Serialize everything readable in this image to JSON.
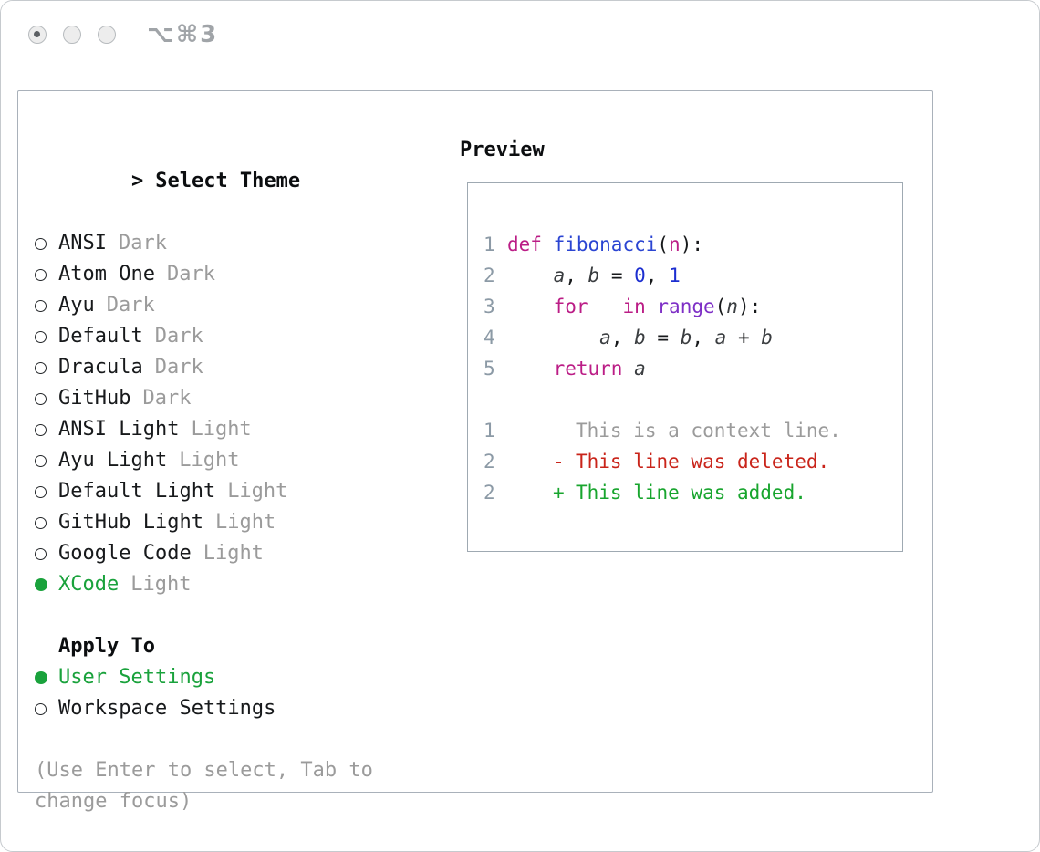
{
  "window": {
    "shortcut": "⌥⌘3"
  },
  "theme_selector": {
    "prompt": ">",
    "title": "Select Theme",
    "items": [
      {
        "name": "ANSI",
        "variant": "Dark",
        "selected": false
      },
      {
        "name": "Atom One",
        "variant": "Dark",
        "selected": false
      },
      {
        "name": "Ayu",
        "variant": "Dark",
        "selected": false
      },
      {
        "name": "Default",
        "variant": "Dark",
        "selected": false
      },
      {
        "name": "Dracula",
        "variant": "Dark",
        "selected": false
      },
      {
        "name": "GitHub",
        "variant": "Dark",
        "selected": false
      },
      {
        "name": "ANSI Light",
        "variant": "Light",
        "selected": false
      },
      {
        "name": "Ayu Light",
        "variant": "Light",
        "selected": false
      },
      {
        "name": "Default Light",
        "variant": "Light",
        "selected": false
      },
      {
        "name": "GitHub Light",
        "variant": "Light",
        "selected": false
      },
      {
        "name": "Google Code",
        "variant": "Light",
        "selected": false
      },
      {
        "name": "XCode",
        "variant": "Light",
        "selected": true
      }
    ],
    "apply_to": {
      "title": "Apply To",
      "options": [
        {
          "label": "User Settings",
          "selected": true
        },
        {
          "label": "Workspace Settings",
          "selected": false
        }
      ]
    },
    "hint": "(Use Enter to select, Tab to change focus)"
  },
  "preview": {
    "title": "Preview",
    "code_lines": [
      {
        "num": "1",
        "tokens": [
          {
            "t": "def",
            "c": "kw"
          },
          {
            "t": " "
          },
          {
            "t": "fibonacci",
            "c": "fn"
          },
          {
            "t": "("
          },
          {
            "t": "n",
            "c": "pn"
          },
          {
            "t": "):"
          }
        ]
      },
      {
        "num": "2",
        "tokens": [
          {
            "t": "    "
          },
          {
            "t": "a",
            "c": "it"
          },
          {
            "t": ", "
          },
          {
            "t": "b",
            "c": "it"
          },
          {
            "t": " = "
          },
          {
            "t": "0",
            "c": "num"
          },
          {
            "t": ", "
          },
          {
            "t": "1",
            "c": "num"
          }
        ]
      },
      {
        "num": "3",
        "tokens": [
          {
            "t": "    "
          },
          {
            "t": "for",
            "c": "kw"
          },
          {
            "t": " _ "
          },
          {
            "t": "in",
            "c": "kw"
          },
          {
            "t": " "
          },
          {
            "t": "range",
            "c": "type"
          },
          {
            "t": "("
          },
          {
            "t": "n",
            "c": "it"
          },
          {
            "t": "):"
          }
        ]
      },
      {
        "num": "4",
        "tokens": [
          {
            "t": "        "
          },
          {
            "t": "a",
            "c": "it"
          },
          {
            "t": ", "
          },
          {
            "t": "b",
            "c": "it"
          },
          {
            "t": " = "
          },
          {
            "t": "b",
            "c": "it"
          },
          {
            "t": ", "
          },
          {
            "t": "a",
            "c": "it"
          },
          {
            "t": " + "
          },
          {
            "t": "b",
            "c": "it"
          }
        ]
      },
      {
        "num": "5",
        "tokens": [
          {
            "t": "    "
          },
          {
            "t": "return",
            "c": "kw"
          },
          {
            "t": " "
          },
          {
            "t": "a",
            "c": "it"
          }
        ]
      }
    ],
    "diff_lines": [
      {
        "num": "1",
        "marker": " ",
        "text": "This is a context line.",
        "kind": "context"
      },
      {
        "num": "2",
        "marker": "-",
        "text": "This line was deleted.",
        "kind": "deleted"
      },
      {
        "num": "2",
        "marker": "+",
        "text": "This line was added.",
        "kind": "added"
      }
    ]
  },
  "colors": {
    "green": "#1aa23c",
    "added": "#18a52e",
    "deleted": "#c9241a",
    "muted": "#9b9b9b",
    "linenum": "#8c9aa6",
    "kw": "#bb1d86",
    "fn": "#2b45d2",
    "numlit": "#1c2ed0",
    "type": "#7e2fc6",
    "ital": "#3a3d40"
  }
}
